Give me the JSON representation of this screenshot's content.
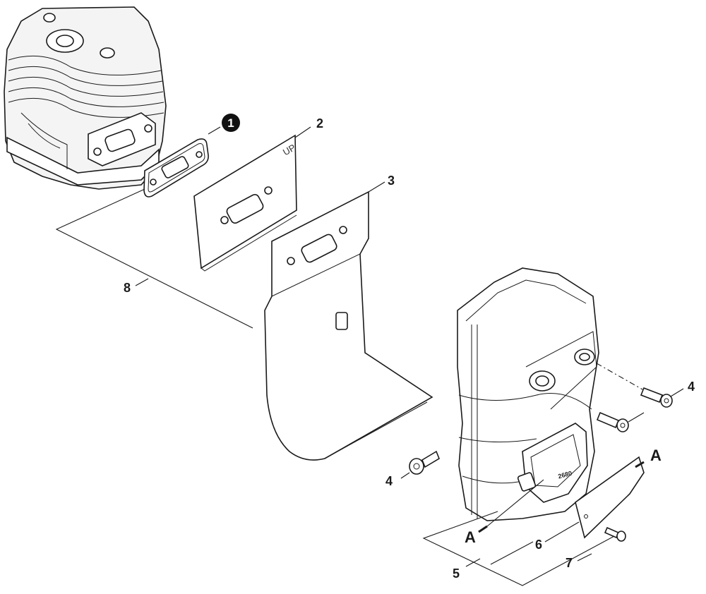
{
  "callouts": {
    "c1": "1",
    "c2": "2",
    "c3": "3",
    "c4_right": "4",
    "c4_left": "4",
    "c5": "5",
    "c6": "6",
    "c7": "7",
    "c8": "8",
    "a_top": "A",
    "a_bottom": "A"
  },
  "stamps": {
    "gasket_up": "UP",
    "muffler_code": "2680"
  },
  "colors": {
    "line": "#1a1a1a",
    "badge": "#111111",
    "background": "#ffffff"
  }
}
